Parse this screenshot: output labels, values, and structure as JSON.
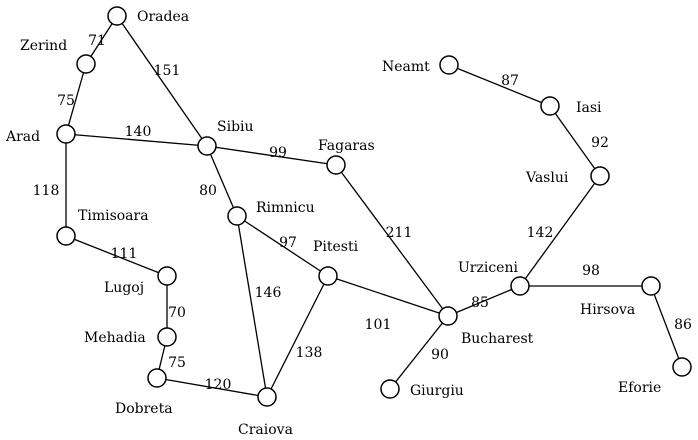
{
  "cities": [
    {
      "id": "oradea",
      "name": "Oradea"
    },
    {
      "id": "zerind",
      "name": "Zerind"
    },
    {
      "id": "arad",
      "name": "Arad"
    },
    {
      "id": "sibiu",
      "name": "Sibiu"
    },
    {
      "id": "timisoara",
      "name": "Timisoara"
    },
    {
      "id": "lugoj",
      "name": "Lugoj"
    },
    {
      "id": "mehadia",
      "name": "Mehadia"
    },
    {
      "id": "dobreta",
      "name": "Dobreta"
    },
    {
      "id": "craiova",
      "name": "Craiova"
    },
    {
      "id": "rimnicu",
      "name": "Rimnicu"
    },
    {
      "id": "fagaras",
      "name": "Fagaras"
    },
    {
      "id": "pitesti",
      "name": "Pitesti"
    },
    {
      "id": "bucharest",
      "name": "Bucharest"
    },
    {
      "id": "giurgiu",
      "name": "Giurgiu"
    },
    {
      "id": "urziceni",
      "name": "Urziceni"
    },
    {
      "id": "hirsova",
      "name": "Hirsova"
    },
    {
      "id": "eforie",
      "name": "Eforie"
    },
    {
      "id": "vaslui",
      "name": "Vaslui"
    },
    {
      "id": "iasi",
      "name": "Iasi"
    },
    {
      "id": "neamt",
      "name": "Neamt"
    }
  ],
  "roads": [
    {
      "from": "oradea",
      "to": "zerind",
      "distance": "71"
    },
    {
      "from": "oradea",
      "to": "sibiu",
      "distance": "151"
    },
    {
      "from": "zerind",
      "to": "arad",
      "distance": "75"
    },
    {
      "from": "arad",
      "to": "sibiu",
      "distance": "140"
    },
    {
      "from": "arad",
      "to": "timisoara",
      "distance": "118"
    },
    {
      "from": "timisoara",
      "to": "lugoj",
      "distance": "111"
    },
    {
      "from": "lugoj",
      "to": "mehadia",
      "distance": "70"
    },
    {
      "from": "mehadia",
      "to": "dobreta",
      "distance": "75"
    },
    {
      "from": "dobreta",
      "to": "craiova",
      "distance": "120"
    },
    {
      "from": "sibiu",
      "to": "fagaras",
      "distance": "99"
    },
    {
      "from": "sibiu",
      "to": "rimnicu",
      "distance": "80"
    },
    {
      "from": "rimnicu",
      "to": "pitesti",
      "distance": "97"
    },
    {
      "from": "rimnicu",
      "to": "craiova",
      "distance": "146"
    },
    {
      "from": "craiova",
      "to": "pitesti",
      "distance": "138"
    },
    {
      "from": "pitesti",
      "to": "bucharest",
      "distance": "101"
    },
    {
      "from": "fagaras",
      "to": "bucharest",
      "distance": "211"
    },
    {
      "from": "bucharest",
      "to": "giurgiu",
      "distance": "90"
    },
    {
      "from": "bucharest",
      "to": "urziceni",
      "distance": "85"
    },
    {
      "from": "urziceni",
      "to": "hirsova",
      "distance": "98"
    },
    {
      "from": "hirsova",
      "to": "eforie",
      "distance": "86"
    },
    {
      "from": "urziceni",
      "to": "vaslui",
      "distance": "142"
    },
    {
      "from": "vaslui",
      "to": "iasi",
      "distance": "92"
    },
    {
      "from": "iasi",
      "to": "neamt",
      "distance": "87"
    }
  ]
}
